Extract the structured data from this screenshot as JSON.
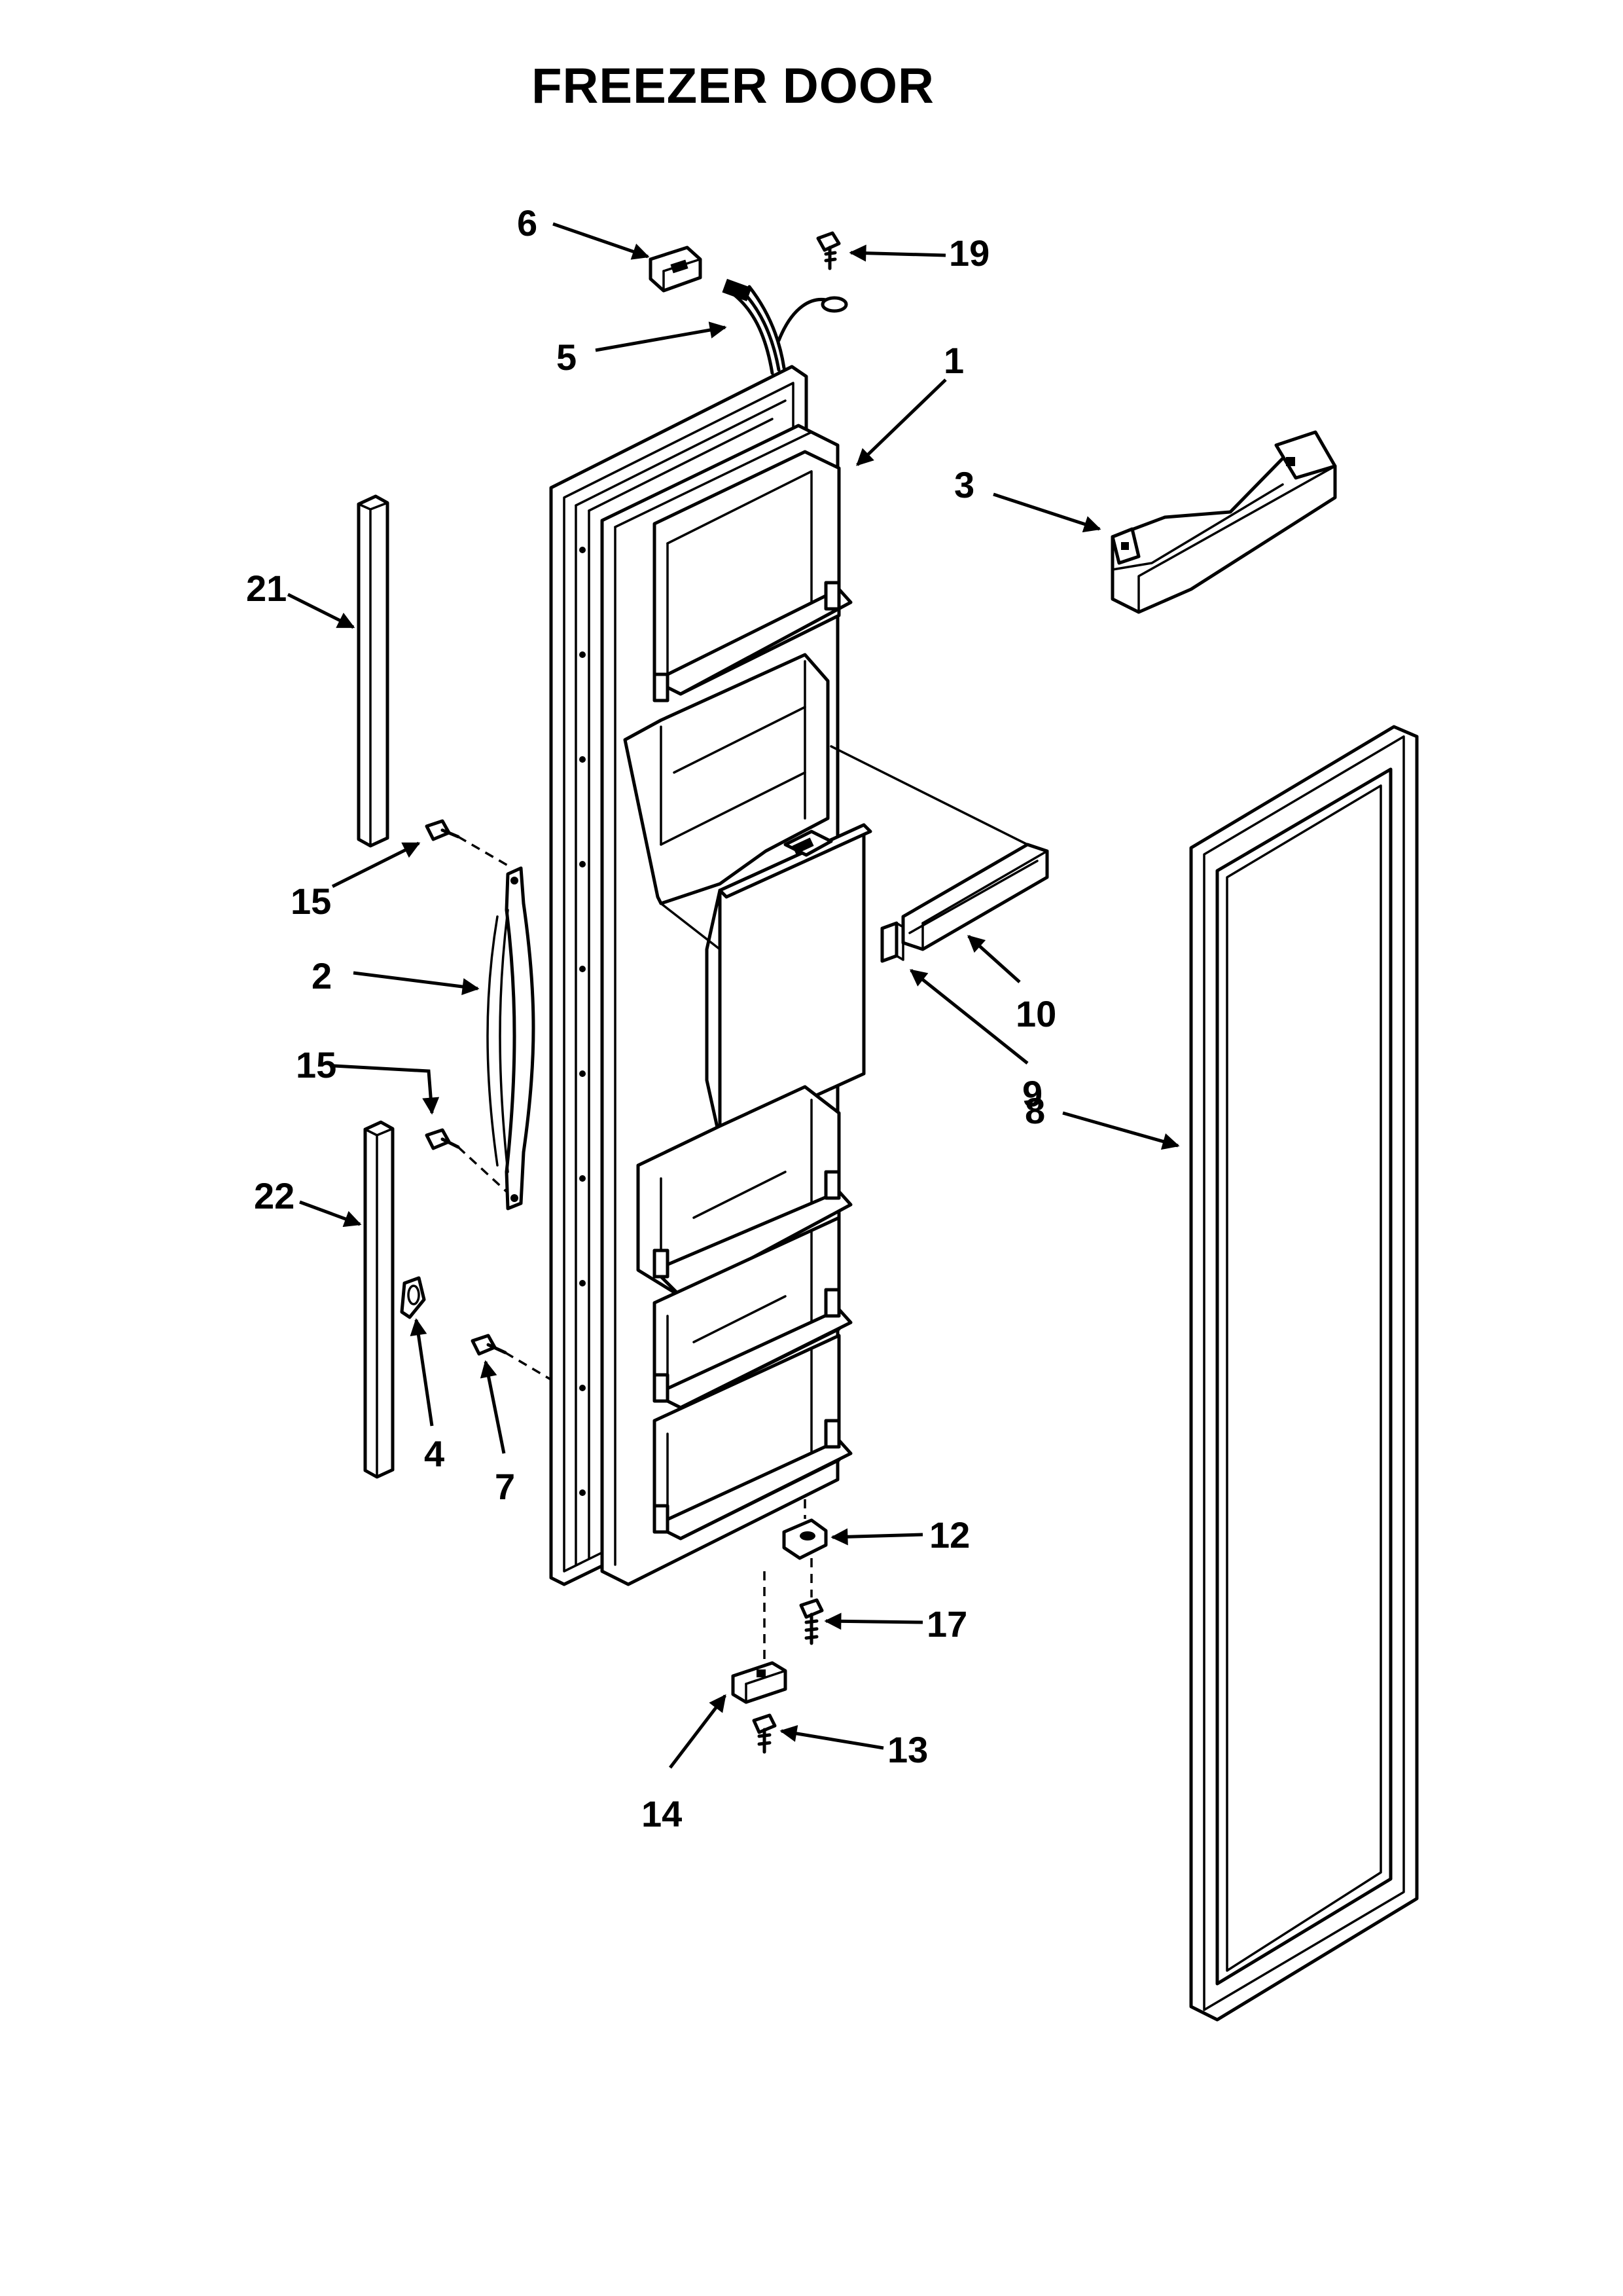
{
  "title": "FREEZER DOOR",
  "callouts": {
    "c1": "1",
    "c2": "2",
    "c3": "3",
    "c4": "4",
    "c5": "5",
    "c6": "6",
    "c7": "7",
    "c8": "8",
    "c9": "9",
    "c10": "10",
    "c12": "12",
    "c13": "13",
    "c14": "14",
    "c15a": "15",
    "c15b": "15",
    "c17": "17",
    "c19": "19",
    "c21": "21",
    "c22": "22"
  }
}
